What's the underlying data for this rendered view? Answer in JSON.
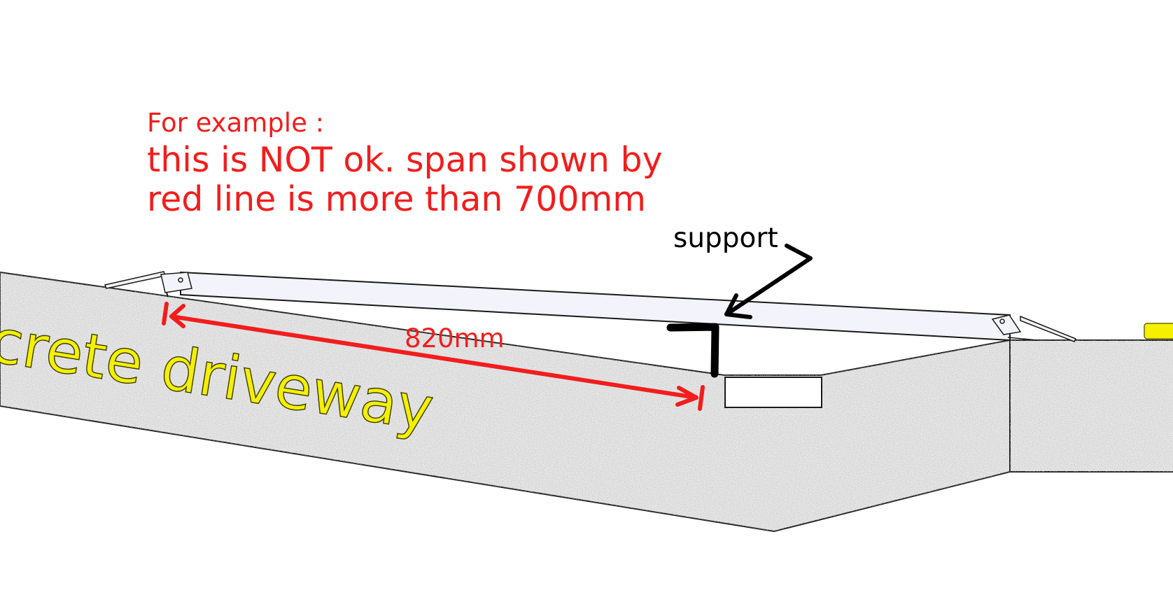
{
  "caption": {
    "line1": "For example :",
    "line2": "this is NOT ok.    span shown by",
    "line3": "red line is more than 700mm"
  },
  "support_label": "support",
  "dimension_label": "820mm",
  "driveway_label": "crete driveway",
  "colors": {
    "annotation_red": "#f21d1d",
    "label_yellow": "#f4f000",
    "concrete": "#e9e9e9",
    "ramp": "#f3f3fb",
    "ink": "#000000"
  }
}
